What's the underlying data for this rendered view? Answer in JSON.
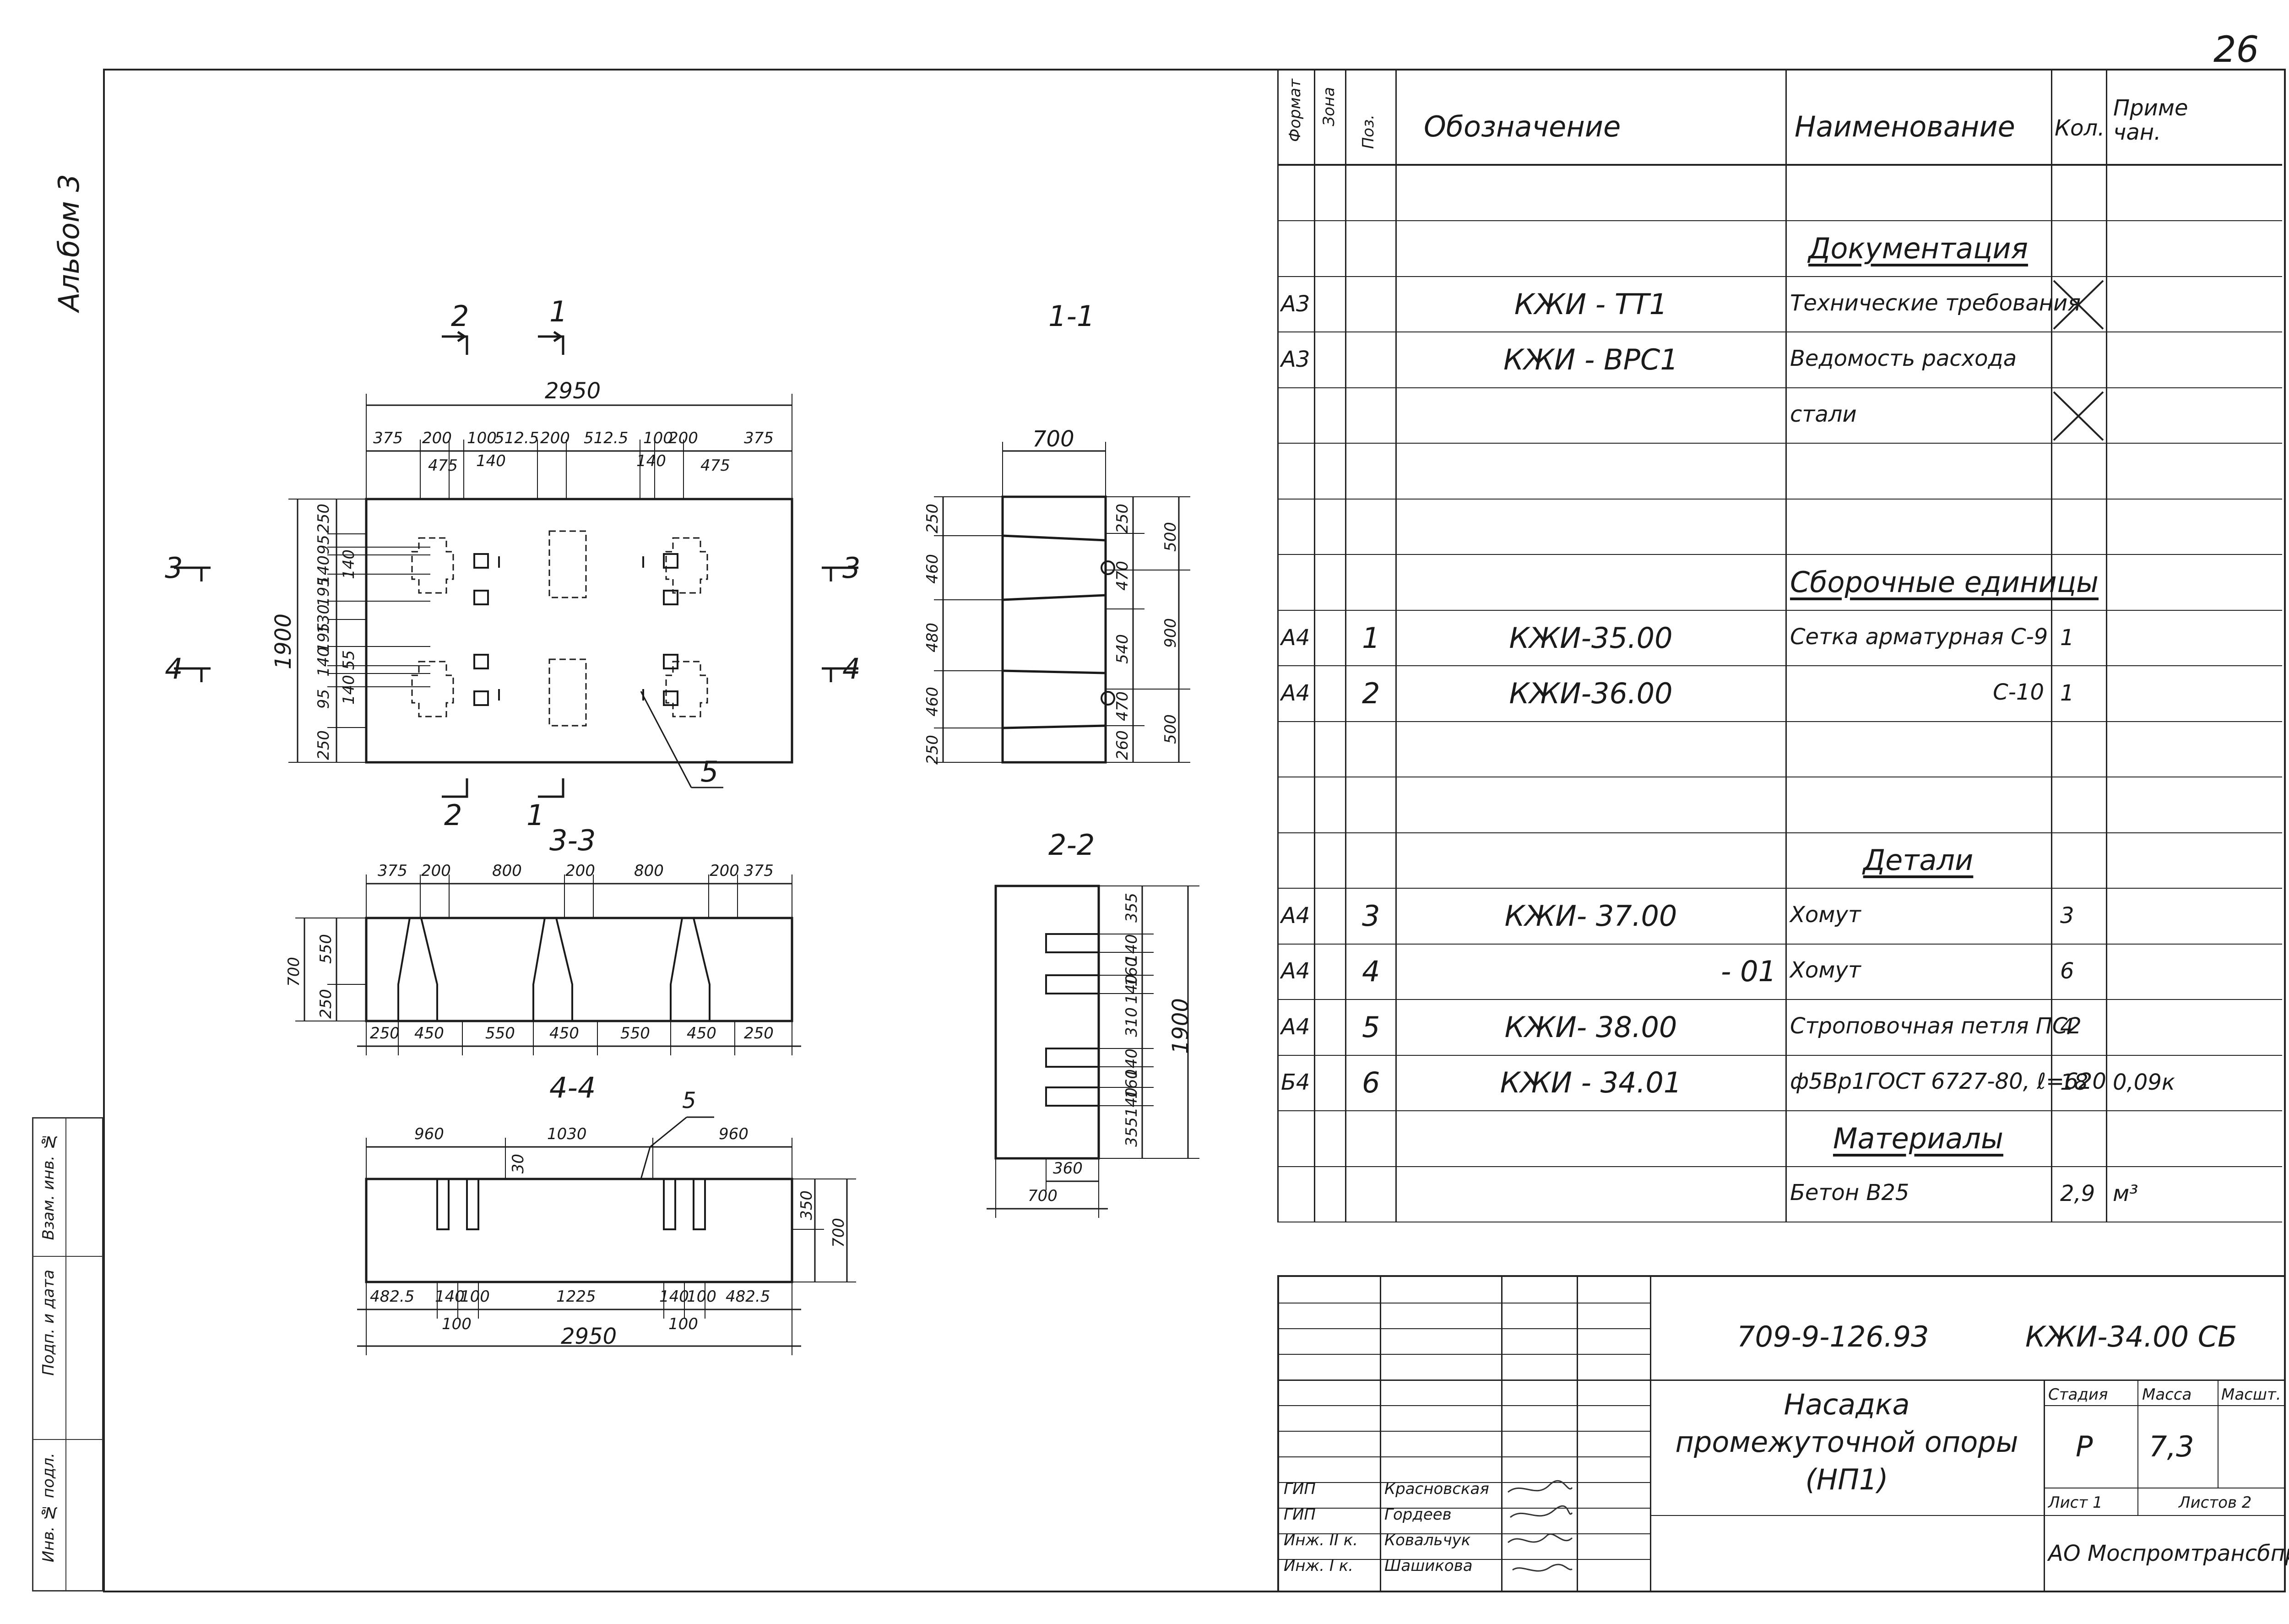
{
  "sheet": {
    "page_number": "26",
    "album_label": "Альбом 3",
    "left_stamp": [
      "Взам. инв. №",
      "Подп. и дата",
      "Инв. № подл."
    ]
  },
  "spec": {
    "headers": {
      "format": "Формат",
      "zone": "Зона",
      "pos": "Поз.",
      "designation": "Обозначение",
      "name": "Наименование",
      "qty": "Кол.",
      "note": "Приме чан."
    },
    "rows": [
      {
        "format": "",
        "pos": "",
        "designation": "",
        "name": "",
        "qty": "",
        "note": ""
      },
      {
        "format": "",
        "pos": "",
        "designation": "",
        "name": "Документация",
        "qty": "",
        "note": "",
        "section": true
      },
      {
        "format": "А3",
        "pos": "",
        "designation": "КЖИ - ТТ1",
        "name": "Технические требования",
        "qty": "X",
        "note": ""
      },
      {
        "format": "А3",
        "pos": "",
        "designation": "КЖИ - ВРС1",
        "name": "Ведомость расхода",
        "qty": "",
        "note": ""
      },
      {
        "format": "",
        "pos": "",
        "designation": "",
        "name": "стали",
        "qty": "X",
        "note": ""
      },
      {
        "format": "",
        "pos": "",
        "designation": "",
        "name": "",
        "qty": "",
        "note": ""
      },
      {
        "format": "",
        "pos": "",
        "designation": "",
        "name": "",
        "qty": "",
        "note": ""
      },
      {
        "format": "",
        "pos": "",
        "designation": "",
        "name": "Сборочные единицы",
        "qty": "",
        "note": "",
        "section": true
      },
      {
        "format": "А4",
        "pos": "1",
        "designation": "КЖИ-35.00",
        "name": "Сетка арматурная  С-9",
        "qty": "1",
        "note": ""
      },
      {
        "format": "А4",
        "pos": "2",
        "designation": "КЖИ-36.00",
        "name": "С-10",
        "qty": "1",
        "note": "",
        "name_right": true
      },
      {
        "format": "",
        "pos": "",
        "designation": "",
        "name": "",
        "qty": "",
        "note": ""
      },
      {
        "format": "",
        "pos": "",
        "designation": "",
        "name": "",
        "qty": "",
        "note": ""
      },
      {
        "format": "",
        "pos": "",
        "designation": "",
        "name": "Детали",
        "qty": "",
        "note": "",
        "section": true
      },
      {
        "format": "А4",
        "pos": "3",
        "designation": "КЖИ- 37.00",
        "name": "Хомут",
        "qty": "3",
        "note": ""
      },
      {
        "format": "А4",
        "pos": "4",
        "designation": "- 01",
        "name": "Хомут",
        "qty": "6",
        "note": "",
        "desig_right": true
      },
      {
        "format": "А4",
        "pos": "5",
        "designation": "КЖИ- 38.00",
        "name": "Строповочная петля ПС2",
        "qty": "4",
        "note": ""
      },
      {
        "format": "Б4",
        "pos": "6",
        "designation": "КЖИ - 34.01",
        "name": "ф5Вр1ГОСТ 6727-80, ℓ=620",
        "qty": "18",
        "note": "0,09к"
      },
      {
        "format": "",
        "pos": "",
        "designation": "",
        "name": "Материалы",
        "qty": "",
        "note": "",
        "section": true
      },
      {
        "format": "",
        "pos": "",
        "designation": "",
        "name": "Бетон  В25",
        "qty": "2,9",
        "note": "м³"
      }
    ]
  },
  "titleblock": {
    "project_code": "709-9-126.93",
    "doc_code": "КЖИ-34.00 СБ",
    "title_lines": [
      "Насадка",
      "промежуточной опоры",
      "(НП1)"
    ],
    "stage_label": "Стадия",
    "mass_label": "Масса",
    "scale_label": "Масшт.",
    "stage_value": "Р",
    "mass_value": "7,3",
    "sheet_label": "Лист 1",
    "sheets_label": "Листов 2",
    "organization": "АО Моспромтрансбпроект",
    "signers": [
      {
        "role": "ГИП",
        "name": "Красновская"
      },
      {
        "role": "ГИП",
        "name": "Гордеев"
      },
      {
        "role": "Инж. II к.",
        "name": "Ковальчук"
      },
      {
        "role": "Инж. I к.",
        "name": "Шашикова"
      }
    ]
  },
  "drawing": {
    "plan": {
      "overall_width": "2950",
      "overall_height": "1900",
      "top_dims": [
        "375",
        "200",
        "100",
        "512.5",
        "200",
        "512.5",
        "100",
        "200",
        "375"
      ],
      "top_small": [
        "475",
        "140",
        "140",
        "475"
      ],
      "left_dims": [
        "250",
        "95",
        "55",
        "140",
        "195",
        "130",
        "195",
        "140",
        "55",
        "95",
        "250"
      ],
      "left_small": [
        "140",
        "140 55"
      ],
      "cut_labels": [
        "2",
        "1",
        "2",
        "1",
        "3",
        "3",
        "4",
        "4"
      ],
      "pos_callout": "5"
    },
    "section_1_1": {
      "title": "1-1",
      "width": "700",
      "left_dims": [
        "250",
        "460",
        "480",
        "460",
        "250"
      ],
      "right_dims_inner": [
        "250",
        "470",
        "540",
        "470",
        "260"
      ],
      "right_dims_outer": [
        "500",
        "900",
        "500"
      ]
    },
    "section_2_2": {
      "title": "2-2",
      "right_dims": [
        "355",
        "140",
        "160",
        "140",
        "310",
        "140",
        "160",
        "140",
        "355"
      ],
      "overall": "1900",
      "bottom_dims": [
        "360",
        "700"
      ]
    },
    "section_3_3": {
      "title": "3-3",
      "top_dims": [
        "375",
        "200",
        "800",
        "200",
        "800",
        "200",
        "375"
      ],
      "left_dims": [
        "550",
        "250"
      ],
      "height": "700",
      "bottom_dims": [
        "250",
        "450",
        "550",
        "450",
        "550",
        "450",
        "250"
      ]
    },
    "section_4_4": {
      "title": "4-4",
      "top_dims": [
        "960",
        "1030",
        "960"
      ],
      "small_top": "30",
      "right_dims": [
        "350",
        "700"
      ],
      "bottom_dims": [
        "482.5",
        "140",
        "100",
        "1225",
        "140",
        "100",
        "482.5"
      ],
      "bottom_small": [
        "100",
        "100"
      ],
      "overall": "2950",
      "pos_callout": "5"
    }
  },
  "colors": {
    "ink": "#1a1a1a",
    "paper": "#ffffff"
  }
}
